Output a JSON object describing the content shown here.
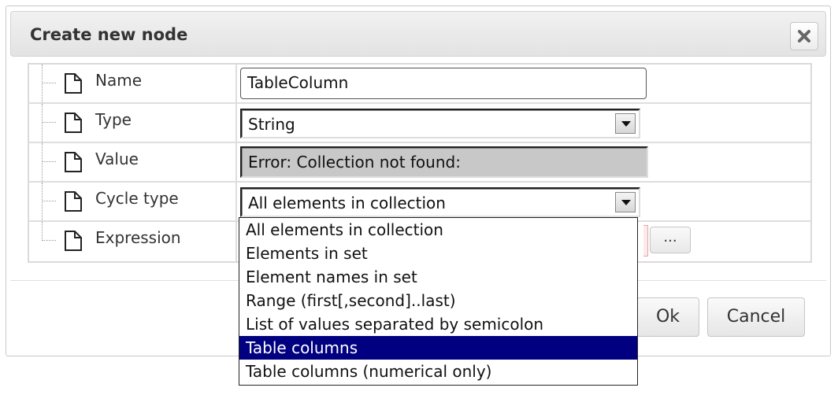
{
  "dialog": {
    "title": "Create new node",
    "close_icon": "close-icon"
  },
  "properties": [
    {
      "label": "Name",
      "value": "TableColumn"
    },
    {
      "label": "Type",
      "value": "String"
    },
    {
      "label": "Value",
      "value": "Error: Collection not found:"
    },
    {
      "label": "Cycle type",
      "value": "All elements in collection"
    },
    {
      "label": "Expression",
      "value": "",
      "browse_label": "..."
    }
  ],
  "dropdown": {
    "options": [
      "All elements in collection",
      "Elements in set",
      "Element names in set",
      "Range (first[,second]..last)",
      "List of values separated by semicolon",
      "Table columns",
      "Table columns (numerical only)"
    ],
    "highlighted": "Table columns",
    "highlight_color": "#000080"
  },
  "buttons": {
    "ok_label": "Ok",
    "cancel_label": "Cancel"
  }
}
